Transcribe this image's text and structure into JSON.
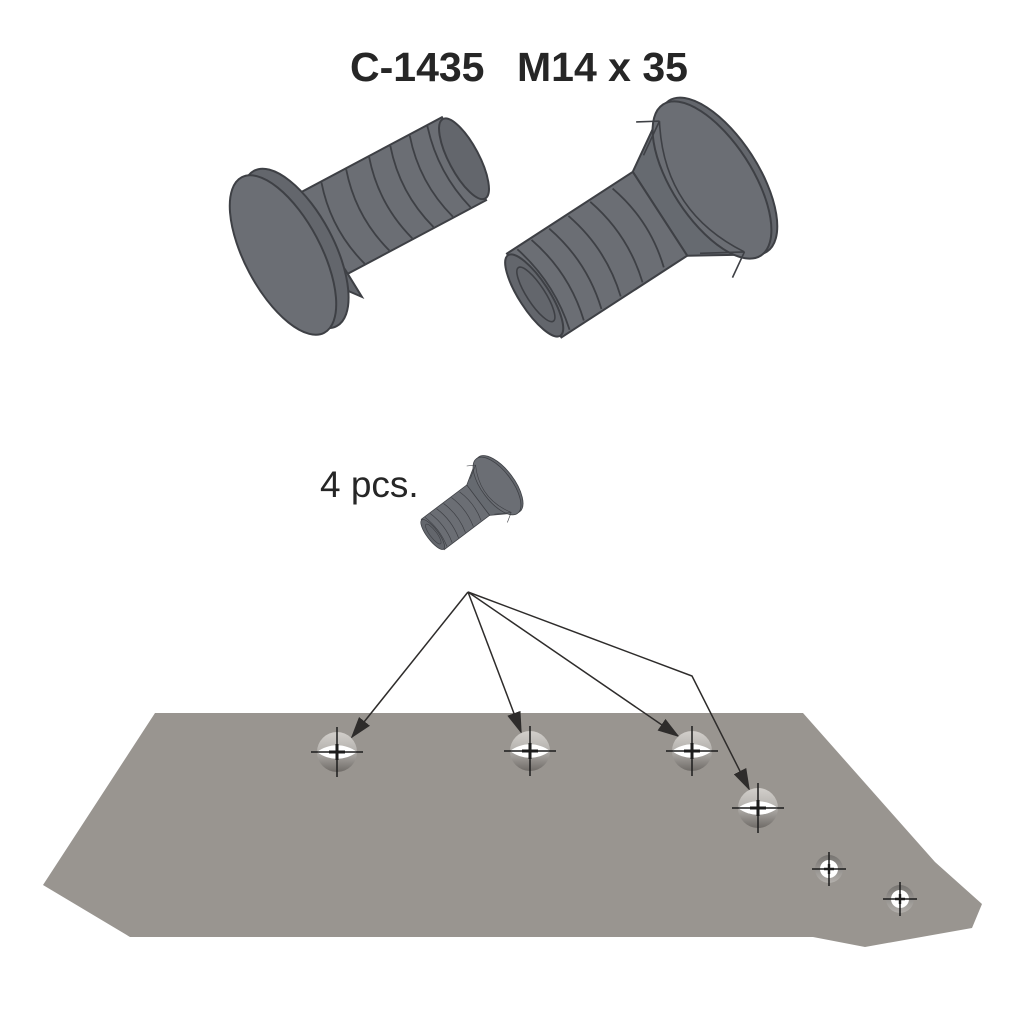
{
  "header": {
    "part_number": "C-1435",
    "size_spec": "M14 x 35"
  },
  "quantity_label": "4 pcs.",
  "colors": {
    "background": "#ffffff",
    "text": "#262626",
    "bolt": "#6b6e74",
    "bolt_outline": "#3e4045",
    "plate": "#999590",
    "arrow": "#2e2c2b",
    "hole_white": "#ffffff"
  },
  "diagram": {
    "bolts": [
      {
        "name": "plow-bolt-head-view",
        "description": "plow bolt shown with flat countersunk head toward viewer"
      },
      {
        "name": "plow-bolt-thread-view",
        "description": "plow bolt shown with threaded end toward viewer"
      },
      {
        "name": "plow-bolt-small",
        "description": "small bolt pictogram beside quantity label"
      }
    ],
    "plate": {
      "description": "plow share blade plate",
      "hole_count": 6,
      "holes_with_leader_arrows": 4,
      "small_holes": 2
    },
    "leader_arrow_count": 4
  }
}
